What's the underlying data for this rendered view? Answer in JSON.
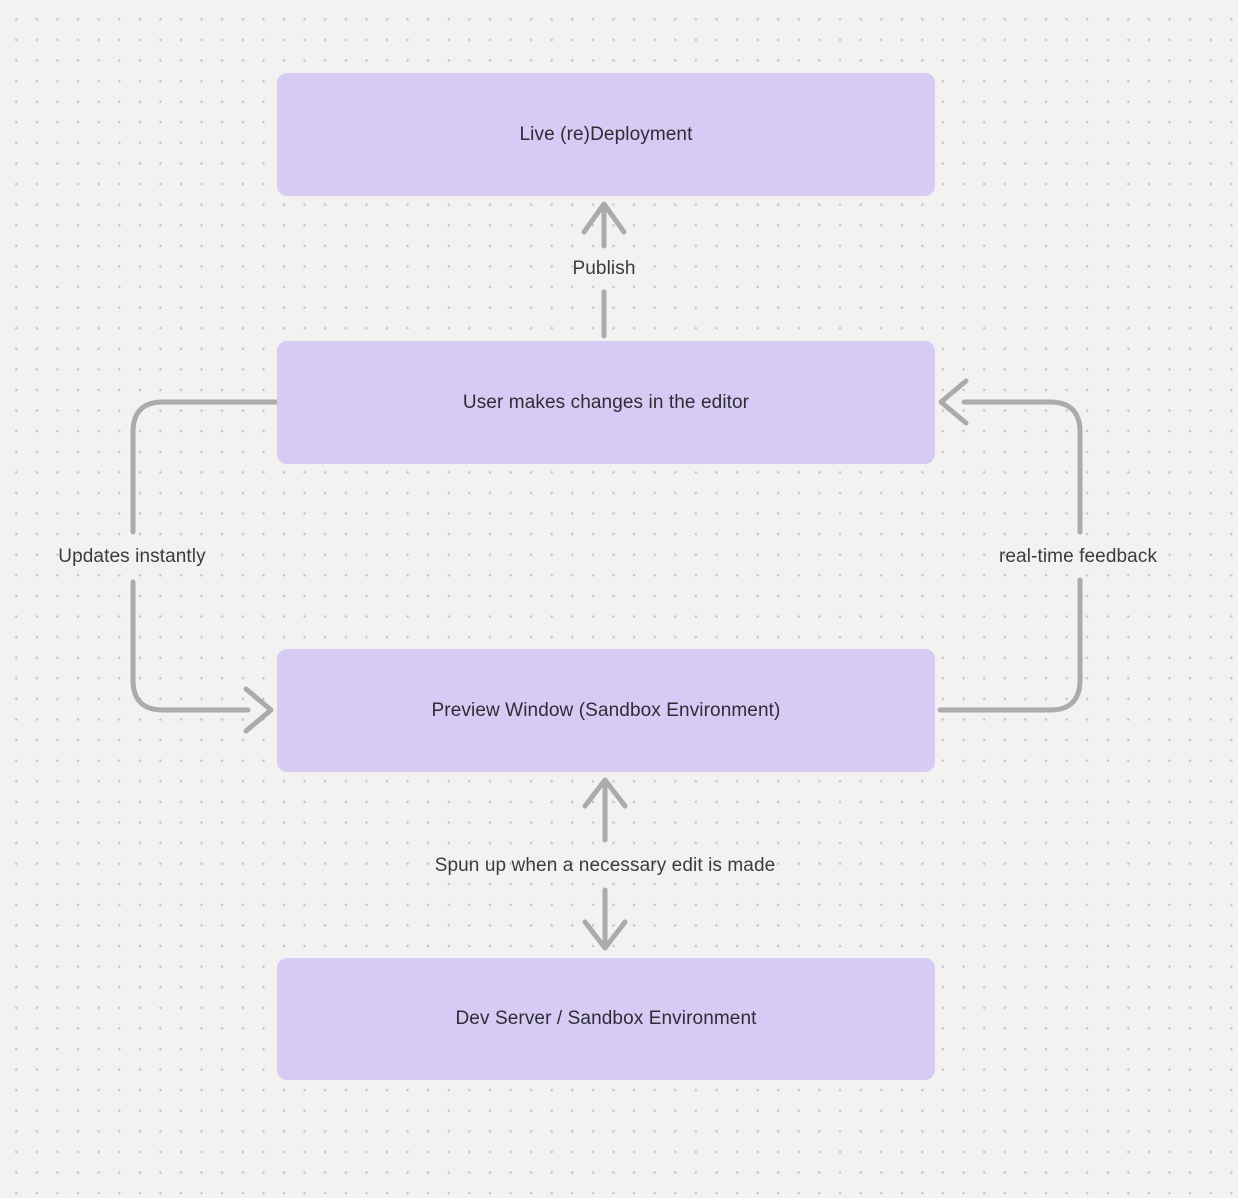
{
  "diagram": {
    "type": "flowchart",
    "nodes": [
      {
        "id": "live-deployment",
        "label": "Live (re)Deployment"
      },
      {
        "id": "editor-changes",
        "label": "User makes changes in the editor"
      },
      {
        "id": "preview-window",
        "label": "Preview Window (Sandbox Environment)"
      },
      {
        "id": "dev-server",
        "label": "Dev Server / Sandbox Environment"
      }
    ],
    "edges": [
      {
        "id": "publish",
        "label": "Publish",
        "from": "editor-changes",
        "to": "live-deployment",
        "direction": "up"
      },
      {
        "id": "updates-instantly",
        "label": "Updates instantly",
        "from": "editor-changes",
        "to": "preview-window",
        "direction": "left-loop-down"
      },
      {
        "id": "real-time-feedback",
        "label": "real-time feedback",
        "from": "preview-window",
        "to": "editor-changes",
        "direction": "right-loop-up"
      },
      {
        "id": "spun-up",
        "label": "Spun up when a necessary edit is made",
        "from": "dev-server",
        "to": "preview-window",
        "direction": "bidirectional-vertical"
      }
    ],
    "colors": {
      "background": "#f2f2f0",
      "dot": "#c7c7c7",
      "node_fill": "#d7cbf5",
      "node_text": "#2d2d34",
      "edge_line": "#ababab",
      "edge_label_text": "#3c3c3c"
    }
  }
}
